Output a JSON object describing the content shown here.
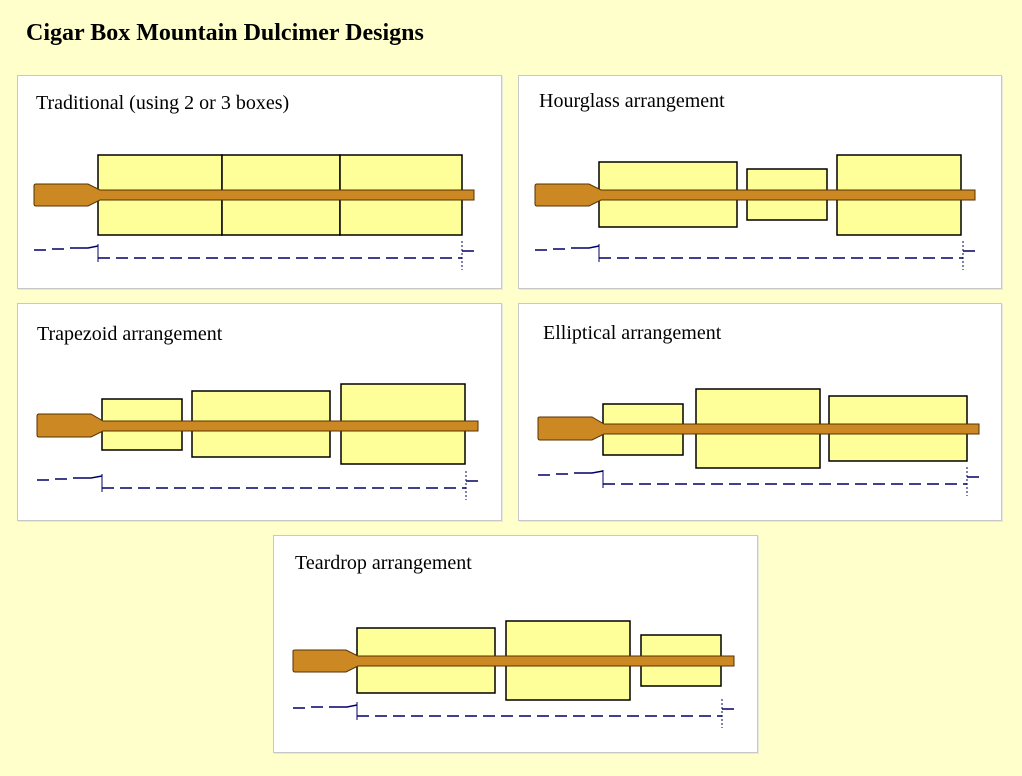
{
  "title": "Cigar Box Mountain Dulcimer Designs",
  "colors": {
    "background": "#ffffcc",
    "box_fill": "#ffff99",
    "neck": "#cc8822",
    "dimension_line": "#000066"
  },
  "designs": [
    {
      "label": "Traditional (using 2 or 3 boxes)"
    },
    {
      "label": "Hourglass arrangement"
    },
    {
      "label": "Trapezoid arrangement"
    },
    {
      "label": "Elliptical arrangement"
    },
    {
      "label": "Teardrop arrangement"
    }
  ]
}
